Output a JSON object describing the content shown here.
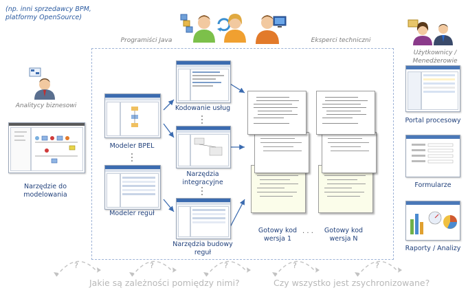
{
  "note": {
    "line1": "(np. inni sprzedawcy BPM,",
    "line2": "platformy OpenSource)"
  },
  "roles": {
    "analysts": "Analitycy biznesowi",
    "java_programmers": "Programiści Java",
    "tech_experts": "Eksperci techniczni",
    "users_line1": "Użytkownicy /",
    "users_line2": "Menedżerowie"
  },
  "tools": {
    "modeling_line1": "Narzędzie do",
    "modeling_line2": "modelowania",
    "bpel_modeler": "Modeler BPEL",
    "rules_modeler": "Modeler reguł",
    "service_coding": "Kodowanie usług",
    "integration_line1": "Narzędzia",
    "integration_line2": "integracyjne",
    "rule_build_line1": "Narzędzia budowy",
    "rule_build_line2": "reguł",
    "code_v1_line1": "Gotowy kod",
    "code_v1_line2": "wersja 1",
    "code_vn_line1": "Gotowy kod",
    "code_vn_line2": "wersja N",
    "ellipsis": "· · ·"
  },
  "outputs": {
    "portal": "Portal procesowy",
    "forms": "Formularze",
    "reports": "Raporty / Analizy"
  },
  "questions": {
    "dependencies": "Jakie są zależności pomiędzy nimi?",
    "synchronized": "Czy wszystko jest zsychronizowane?",
    "mark": "?"
  }
}
